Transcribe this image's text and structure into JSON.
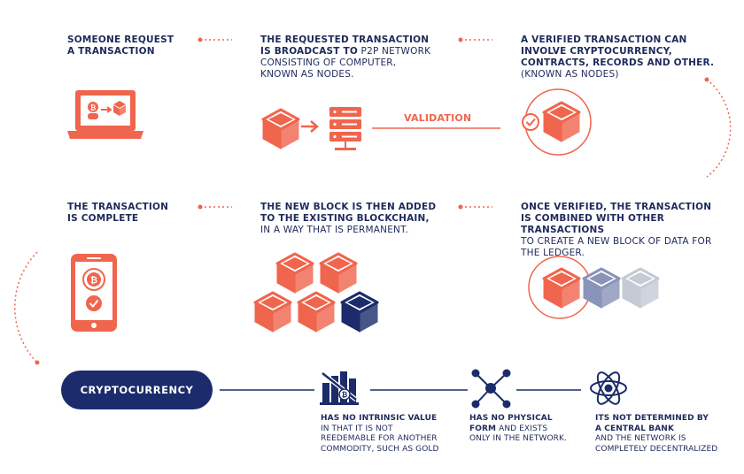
{
  "colors": {
    "accent": "#f0654d",
    "navy": "#1b2b6b",
    "grey": "#b8bfcc"
  },
  "steps": [
    {
      "bold": [
        "SOMEONE REQUEST",
        "A TRANSACTION"
      ],
      "normal": []
    },
    {
      "bold": [
        "THE REQUESTED TRANSACTION",
        "IS BROADCAST TO"
      ],
      "inline": "P2P NETWORK",
      "normal": [
        "CONSISTING OF COMPUTER,",
        "KNOWN AS NODES."
      ]
    },
    {
      "bold": [
        "A VERIFIED TRANSACTION CAN",
        "INVOLVE CRYPTOCURRENCY,",
        "CONTRACTS, RECORDS AND OTHER."
      ],
      "normal": [
        "(KNOWN AS NODES)"
      ]
    },
    {
      "bold": [
        "ONCE VERIFIED, THE TRANSACTION",
        "IS COMBINED WITH OTHER TRANSACTIONS"
      ],
      "normal": [
        "TO CREATE A NEW BLOCK OF DATA FOR",
        "THE LEDGER."
      ]
    },
    {
      "bold": [
        "THE NEW BLOCK IS THEN ADDED",
        "TO THE EXISTING BLOCKCHAIN,"
      ],
      "normal": [
        "IN A WAY THAT IS PERMANENT."
      ]
    },
    {
      "bold": [
        "THE TRANSACTION",
        "IS COMPLETE"
      ],
      "normal": []
    }
  ],
  "validation_label": "VALIDATION",
  "crypto_label": "CRYPTOCURRENCY",
  "properties": [
    {
      "bold": [
        "HAS NO INTRINSIC VALUE"
      ],
      "normal": [
        "IN THAT IT IS NOT",
        "REEDEMABLE FOR ANOTHER",
        "COMMODITY, SUCH AS GOLD"
      ]
    },
    {
      "bold": [
        "HAS NO PHYSICAL"
      ],
      "bold_inline": "FORM",
      "inline": "AND EXISTS",
      "normal": [
        "ONLY IN THE NETWORK."
      ]
    },
    {
      "bold": [
        "ITS NOT DETERMINED BY",
        "A CENTRAL BANK"
      ],
      "normal": [
        "AND THE NETWORK IS",
        "COMPLETELY DECENTRALIZED"
      ]
    }
  ],
  "icons": [
    "laptop-bitcoin-icon",
    "block-icon",
    "arrow-right-icon",
    "server-icon",
    "check-circle-icon",
    "phone-bitcoin-icon",
    "blockchain-blocks-icon",
    "no-value-icon",
    "network-icon",
    "atom-icon"
  ]
}
